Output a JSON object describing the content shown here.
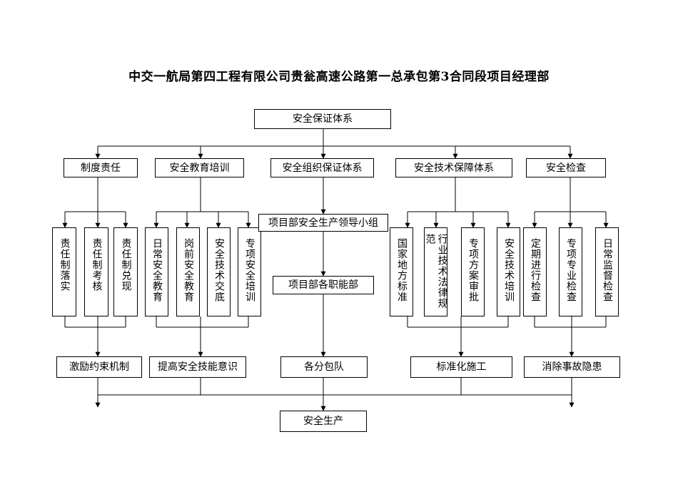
{
  "title": "中交一航局第四工程有限公司贵瓮高速公路第一总承包第3合同段项目经理部",
  "root": "安全保证体系",
  "branches": {
    "b1": {
      "label": "制度责任",
      "subs": [
        "责任制落实",
        "责任制考核",
        "责任制兑现"
      ],
      "result": "激励约束机制"
    },
    "b2": {
      "label": "安全教育培训",
      "subs": [
        "日常安全教育",
        "岗前安全教育",
        "安全技术交底",
        "专项安全培训"
      ],
      "result": "提高安全技能意识"
    },
    "b3": {
      "label": "安全组织保证体系",
      "leader": "项目部安全生产领导小组",
      "dept": "项目部各职能部",
      "result": "各分包队"
    },
    "b4": {
      "label": "安全技术保障体系",
      "subs": [
        "国家地方标准",
        "行业技术法律规范",
        "专项方案审批",
        "安全技术培训"
      ],
      "result": "标准化施工"
    },
    "b5": {
      "label": "安全检查",
      "subs": [
        "定期进行检查",
        "专项专业检查",
        "日常监督检查"
      ],
      "result": "消除事故隐患"
    }
  },
  "final": "安全生产"
}
